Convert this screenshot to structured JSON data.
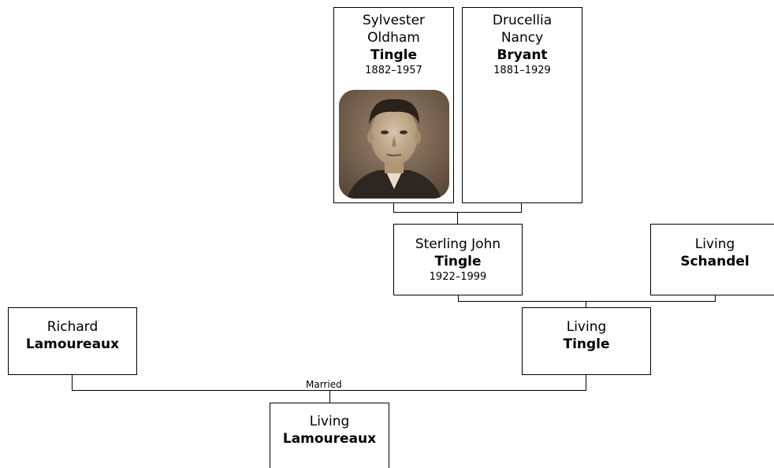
{
  "people": {
    "sylvester": {
      "given": "Sylvester Oldham",
      "surname": "Tingle",
      "dates": "1882–1957"
    },
    "drucellia": {
      "given": "Drucellia Nancy",
      "surname": "Bryant",
      "dates": "1881–1929"
    },
    "sterling": {
      "given": "Sterling John",
      "surname": "Tingle",
      "dates": "1922–1999"
    },
    "living_schandel": {
      "given": "Living",
      "surname": "Schandel"
    },
    "living_tingle": {
      "given": "Living",
      "surname": "Tingle"
    },
    "richard": {
      "given": "Richard",
      "surname": "Lamoureaux"
    },
    "living_lamoureaux": {
      "given": "Living",
      "surname": "Lamoureaux"
    }
  },
  "marriage_label": "Married",
  "colors": {
    "border": "#000000",
    "background": "#ffffff"
  },
  "icons": {
    "portrait": "sepia-portrait-photo"
  }
}
